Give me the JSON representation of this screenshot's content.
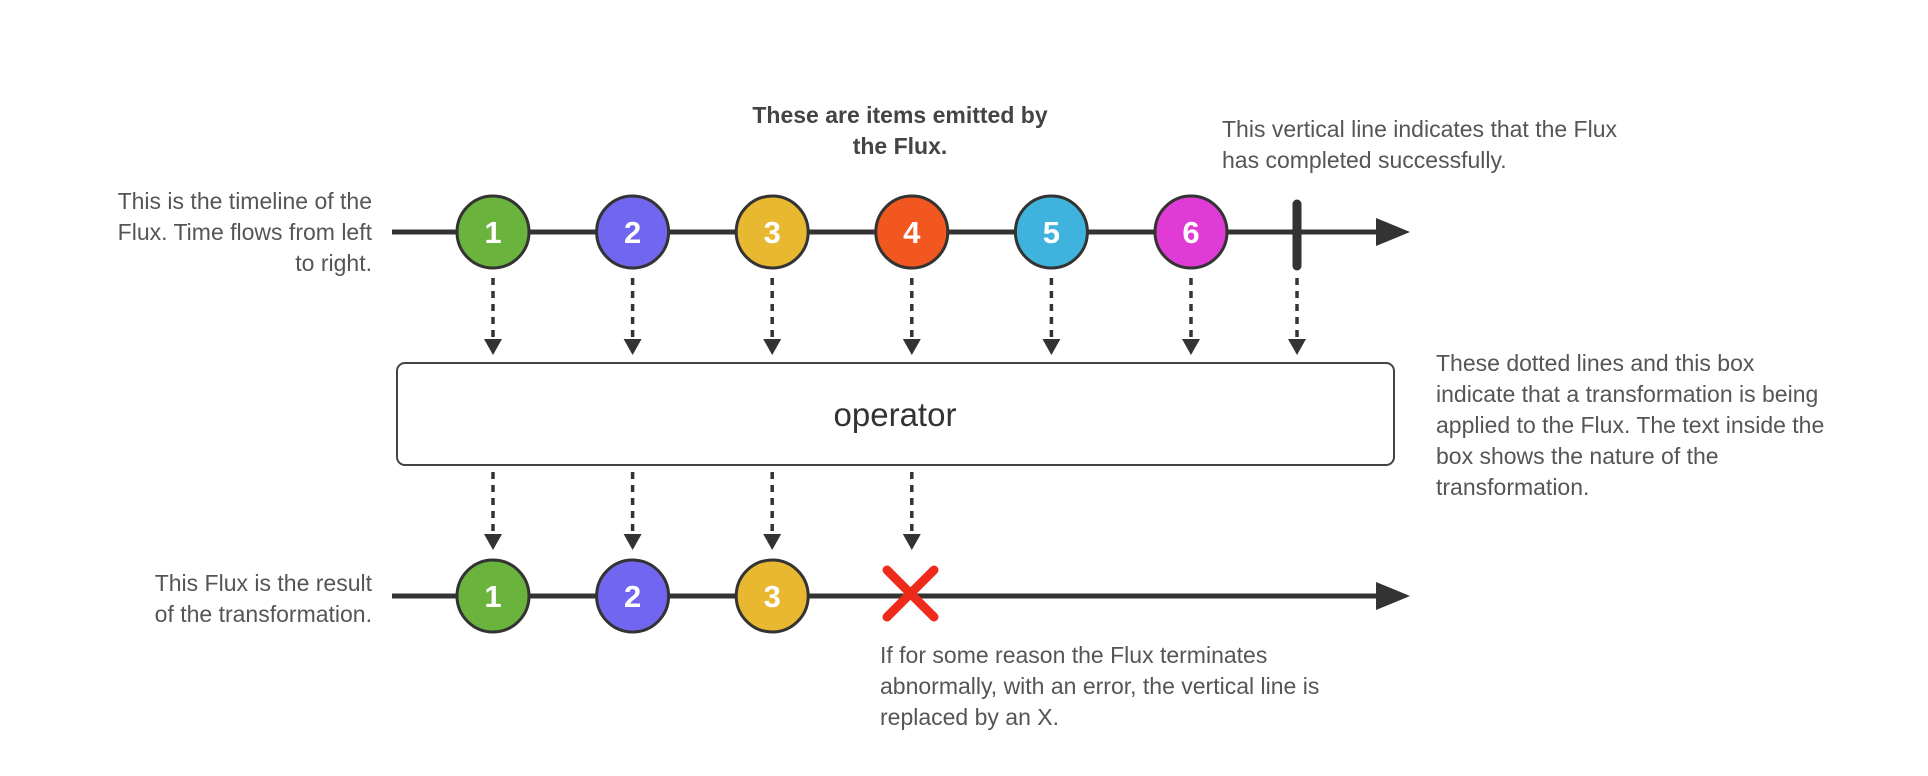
{
  "notes": {
    "items_emitted": [
      "These are items emitted by",
      "the Flux."
    ],
    "completion_line": [
      "This vertical line indicates that the Flux",
      "has completed successfully."
    ],
    "timeline": [
      "This is the timeline of the",
      "Flux. Time flows from left",
      "to right."
    ],
    "operator_box": [
      "These dotted lines and this box",
      "indicate that a transformation is being",
      "applied to the Flux. The text inside the",
      "box shows the nature of the",
      "transformation."
    ],
    "result_flux": [
      "This Flux is the result",
      "of the transformation."
    ],
    "error": [
      "If for some reason the Flux terminates",
      "abnormally, with an error, the vertical line is",
      "replaced by an X."
    ]
  },
  "operator_label": "operator",
  "source_items": [
    {
      "label": "1",
      "color": "#6ab43e"
    },
    {
      "label": "2",
      "color": "#7166f0"
    },
    {
      "label": "3",
      "color": "#e8b830"
    },
    {
      "label": "4",
      "color": "#f2571f"
    },
    {
      "label": "5",
      "color": "#3fb2dd"
    },
    {
      "label": "6",
      "color": "#e03bd4"
    }
  ],
  "result_items": [
    {
      "label": "1",
      "color": "#6ab43e"
    },
    {
      "label": "2",
      "color": "#7166f0"
    },
    {
      "label": "3",
      "color": "#e8b830"
    }
  ],
  "colors": {
    "line": "#333333",
    "error_x": "#ee2a1a",
    "text": "#555555"
  }
}
